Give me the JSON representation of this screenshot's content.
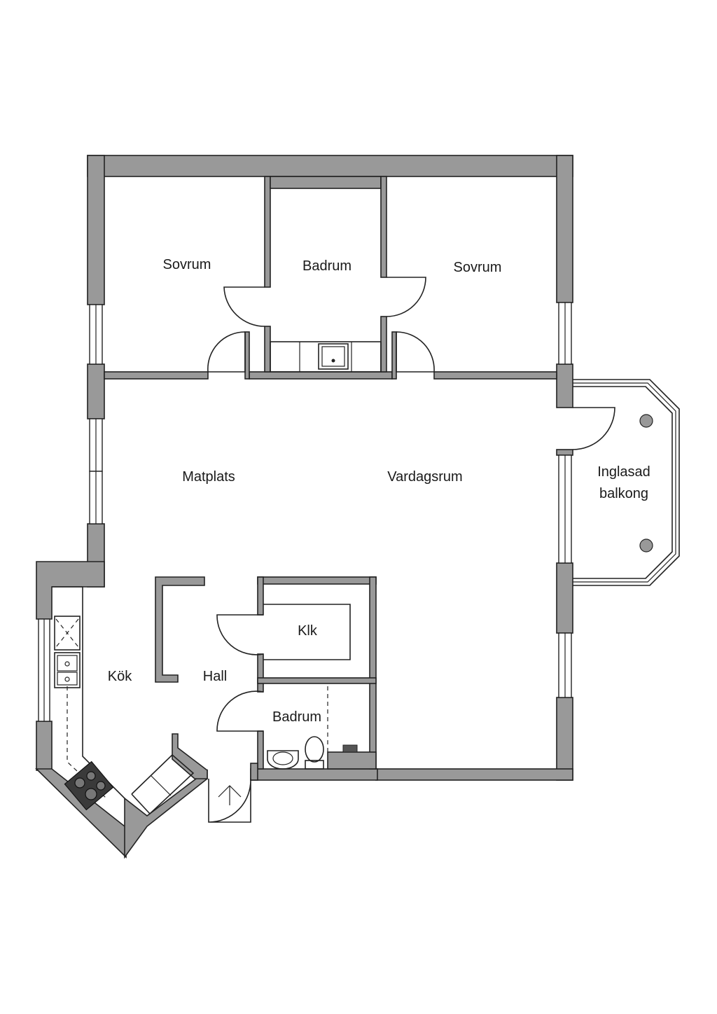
{
  "rooms": {
    "bedroom_left": "Sovrum",
    "bathroom_top": "Badrum",
    "bedroom_right": "Sovrum",
    "dining": "Matplats",
    "living": "Vardagsrum",
    "balcony_line1": "Inglasad",
    "balcony_line2": "balkong",
    "closet": "Klk",
    "kitchen": "Kök",
    "hall": "Hall",
    "bathroom_bottom": "Badrum"
  },
  "colors": {
    "wall": "#999999",
    "line": "#222222",
    "background": "#ffffff"
  },
  "icons": [
    "entrance-arrow-icon",
    "stove-icon",
    "sink-icon",
    "toilet-icon",
    "washbasin-icon",
    "faucet-icon"
  ]
}
